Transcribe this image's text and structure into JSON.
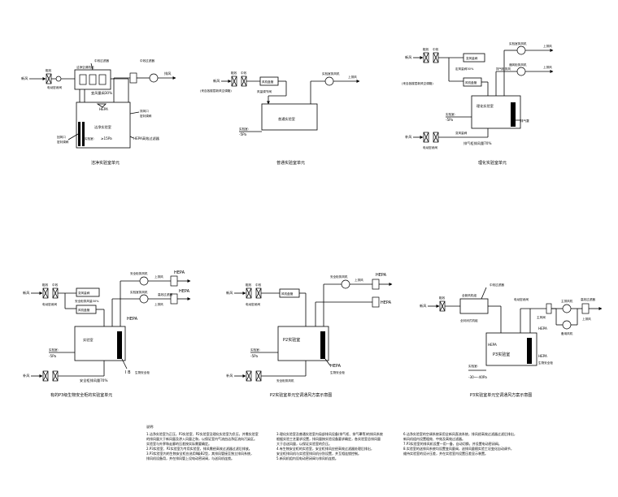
{
  "diagrams": {
    "d1": {
      "caption": "洁净实验室单元",
      "labels": {
        "inlet": "新风",
        "filter1": "粗效",
        "fan_valve": "电动密闭阀",
        "ahu": "洁净空调机组",
        "mid_filter": "中效过滤器",
        "valve30": "变风量阀30%",
        "hepa": "HEPA",
        "room": "洁净实验室",
        "pressure": "≥15Pa",
        "pressure_label": "实验室:",
        "exhaust_port": "排风口",
        "exhaust_valve": "密封调阀",
        "hepa_box": "HEPA高效过滤器",
        "return_port": "回风口",
        "return_valve": "密封调阀",
        "exhaust_out": "排风",
        "top_filter": "中效过滤器"
      }
    },
    "d2": {
      "caption": "普通实验室单元",
      "labels": {
        "inlet": "新风",
        "note": "(来自各楼层新风空调箱)",
        "filter1": "粗效",
        "filter2": "中效",
        "damper": "风机盘管",
        "fan_box": "风量调节阀",
        "room": "普通实验室",
        "pressure_label": "实验室:",
        "pressure": "-5Pa",
        "exhaust_fan": "实验室排风机",
        "out": "排风",
        "top": "上排风"
      }
    },
    "d3": {
      "caption": "理化实验室单元",
      "labels": {
        "inlet": "新风",
        "note": "(来自各楼层新风空调箱)",
        "filter1": "粗效",
        "filter2": "中效",
        "valve1": "变风量阀",
        "fume": "排气柜排风",
        "vav30": "定风量阀30%",
        "coil": "风机盘管",
        "room": "理化实验室",
        "pressure_label": "实验室:",
        "pressure": "-5Pa",
        "fan1": "通风柜排风机",
        "fan2": "实验室排风机",
        "top1": "上排风",
        "top2": "上排风",
        "supply": "补风",
        "fume2": "排气柜",
        "vav70": "排气柜排风量70%",
        "vav_b": "变风量阀",
        "hood": "排气罩",
        "fan_valve": "电动密闭阀"
      }
    },
    "d4": {
      "caption": "有的P3级生物安全柜的实验室单元",
      "labels": {
        "inlet": "新风",
        "filter1": "粗效",
        "filter2": "中效",
        "coil": "风机盘管",
        "vav_top": "变风量阀",
        "fan_valve": "电动密闭阀",
        "bsc_fan": "安全柜排风机",
        "top1": "上排风",
        "top2": "上排风",
        "hepa1": "HEPA",
        "hepa2": "HEPA",
        "hepa3": "HEPA",
        "exhaust_fan": "实验室排风机",
        "filter_box": "高效过滤器",
        "room": "实验室",
        "pressure_label": "实验室:",
        "pressure": "-5Pa",
        "supply": "补风",
        "vav70": "安全柜排风量70%",
        "bsc": "生物安全柜",
        "ib": "I B",
        "note1": "安全柜排风量30%"
      }
    },
    "d5": {
      "caption": "P2实验室单元空调通风方案示意图",
      "labels": {
        "inlet": "新风",
        "filter1": "粗效",
        "filter2": "中效",
        "coil": "风机盘管",
        "fan_valve": "电动密闭阀",
        "fan_top": "安全柜排风机",
        "top": "上排风",
        "hepa1": "HEPA",
        "hepa2": "HEPA",
        "hepa3": "HEPA",
        "room": "P2实验室",
        "pressure_label": "实验室:",
        "pressure": "-5Pa",
        "supply": "补风",
        "bsc_fan": "安全柜排风机",
        "bsc": "生物安全柜",
        "exhaust": "实验室排风机"
      }
    },
    "d6": {
      "caption": "P3实验室单元空调通风方案示意图",
      "labels": {
        "inlet": "新风",
        "filter1": "粗效",
        "ahu": "全新风机组",
        "mid": "中效过滤器",
        "fan_valve": "电动密闭阀",
        "valve_main": "主风阀",
        "fan_m": "主排风机",
        "fan_s": "备用风机",
        "exhaust_filter": "高效过滤器",
        "hepa": "HEPA",
        "hepa2": "HEPA",
        "hepa3": "HEPA",
        "room": "P3实验室",
        "pressure_label": "实验室:",
        "pressure": "-30～-40Pa",
        "top": "上排风",
        "sealed": "全封闭式机组",
        "bsc": "生物安全柜"
      }
    }
  },
  "notes": {
    "title": "说明:",
    "col1": [
      "1.洁净实验室为正压，P3实验室、P2实验室及理化实验室为负压，并需实验室",
      "   的排风量大于新风量及渗入风量之和，以保证室内气流由洁净区流向污染区。",
      "   实验室与外界和走廊的压差按实际需要确定。",
      "2.P3实验室、P2实验室为专用实验室，排风需经高效过滤器过滤后排放。",
      "3.P3实验室内的生物安全柜应选用Ⅱ级B2型，其排风管接至独立排风系统，",
      "   排风机设备用，并在排风管上设电动密闭阀，与送风机连锁。"
    ],
    "col2": [
      "3.理化实验室及普通实验室内局部排风设备(排气柜、排气罩等)的排风系统",
      "   根据实验工艺要求设置，排风量按实验设备要求确定，各实验室总排风量",
      "   大于总送风量，以保证实验室的负压。",
      "4.有生物安全柜的实验室，安全柜排风应经高效过滤器处理后排出，",
      "   安全柜排风机与实验室排风机分别设置，并互相连锁控制。",
      "5.新风机组内设电动密闭阀与排风机连锁。"
    ],
    "col3": [
      "6.洁净实验室的空调系统采用全新风直流系统，排风经高效过滤器过滤后排出，",
      "   新风机组内设置粗效、中效及高效过滤器。",
      "7.P3实验室的排风机设置一用一备，自动切换，并设置电动密闭阀。",
      "8.实验室的送排风系统均设置变风量阀，送排风量随实验工况变化自动调节，",
      "   维持实验室的设计压差，并在实验室内设置压差显示装置。"
    ]
  }
}
